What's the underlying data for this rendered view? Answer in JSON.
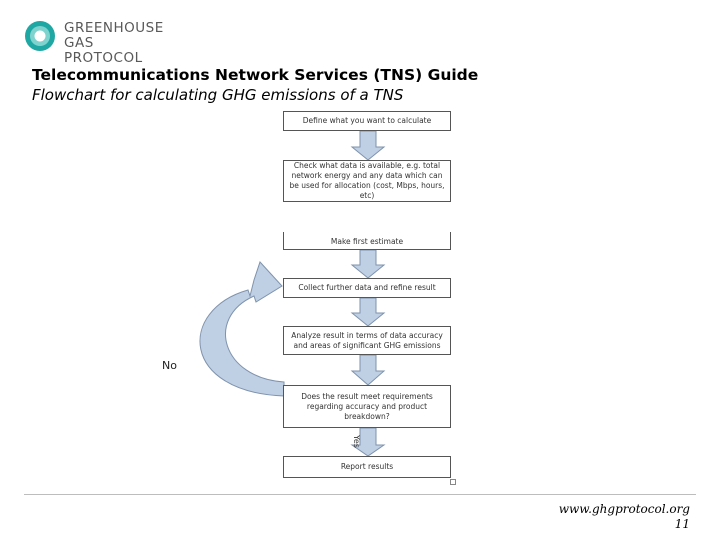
{
  "logo": {
    "icon": "greenhouse-gas-protocol-logo-icon",
    "line1": "GREENHOUSE",
    "line2": "GAS PROTOCOL"
  },
  "slide": {
    "title": "Telecommunications Network Services (TNS) Guide",
    "subtitle": "Flowchart for calculating GHG emissions of a TNS"
  },
  "flowchart": {
    "steps": [
      "Define what you want to calculate",
      "Check what data is available, e.g. total network energy and any data which can be used for allocation (cost, Mbps, hours, etc)",
      "Make first estimate",
      "Collect further data and refine result",
      "Analyze result in terms of data accuracy and areas of significant GHG emissions",
      "Does the result meet requirements regarding accuracy and product breakdown?",
      "Report results"
    ],
    "no_label": "No",
    "yes_label": "Yes",
    "colors": {
      "arrow_fill": "#bfcfe4",
      "arrow_stroke": "#7f93ad",
      "box_border": "#555555"
    }
  },
  "footer": {
    "url": "www.ghgprotocol.org",
    "page": "11"
  }
}
